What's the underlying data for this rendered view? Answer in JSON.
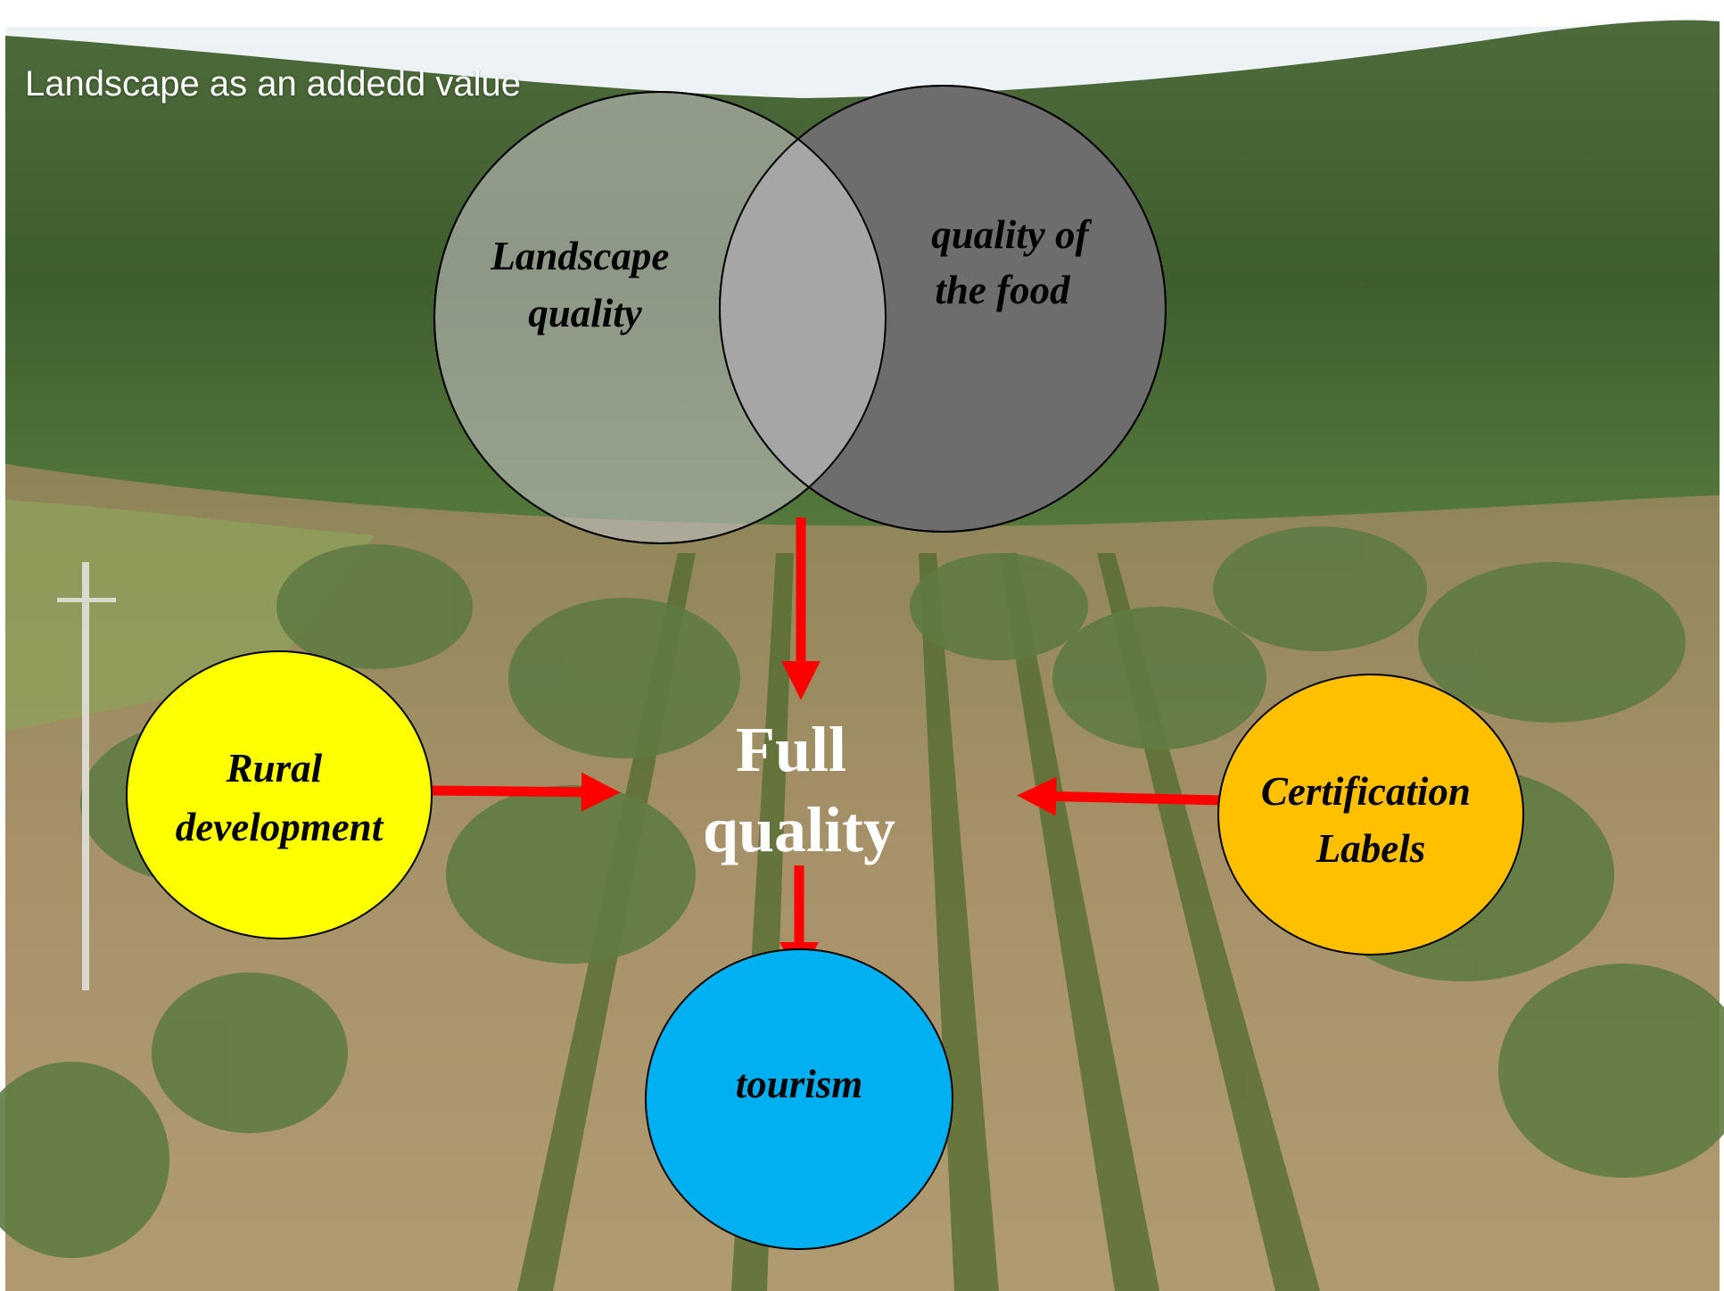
{
  "caption": "Landscape as an addedd value",
  "venn": {
    "left_label_lines": [
      "Landscape",
      "quality"
    ],
    "right_label_lines": [
      "quality of",
      "the food"
    ]
  },
  "center": {
    "label_lines": [
      "Full",
      "quality"
    ]
  },
  "nodes": {
    "rural": {
      "label_lines": [
        "Rural",
        "development"
      ],
      "fill": "#ffff00"
    },
    "certification": {
      "label_lines": [
        "Certification",
        "Labels"
      ],
      "fill": "#ffc000"
    },
    "tourism": {
      "label_lines": [
        "tourism"
      ],
      "fill": "#00b0f0"
    }
  },
  "arrow_color": "#ff0000",
  "colors": {
    "venn_left": "#bdbdbd",
    "venn_right": "#6d6d6d",
    "venn_overlap": "#a6a6a6",
    "outline": "#000000"
  }
}
